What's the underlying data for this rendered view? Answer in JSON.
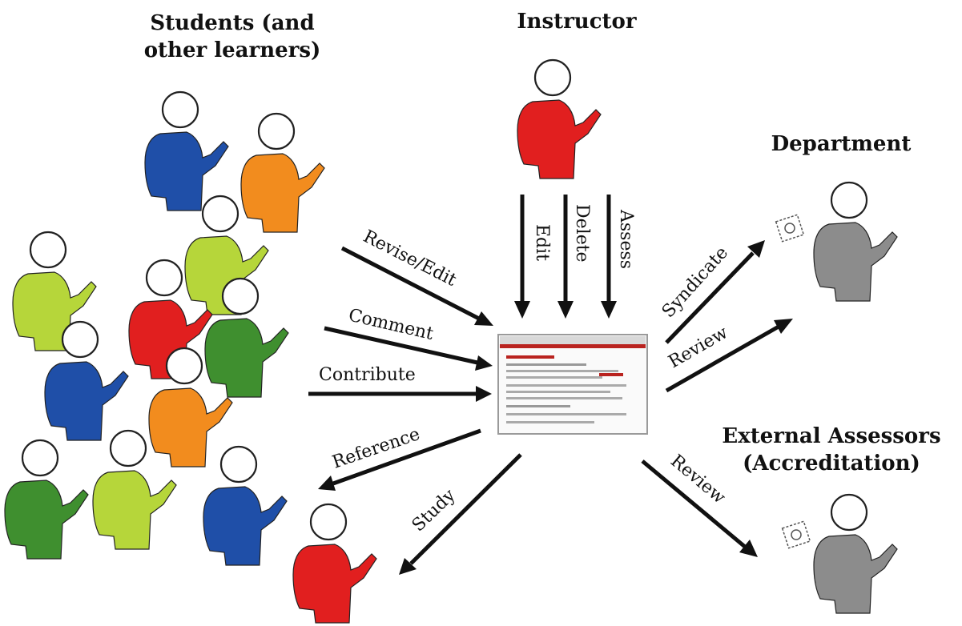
{
  "headings": {
    "students": "Students (and\nother learners)",
    "instructor": "Instructor",
    "department": "Department",
    "assessors": "External Assessors\n(Accreditation)"
  },
  "arrows": {
    "revise_edit": "Revise/Edit",
    "comment": "Comment",
    "contribute": "Contribute",
    "reference": "Reference",
    "study": "Study",
    "edit": "Edit",
    "delete": "Delete",
    "assess": "Assess",
    "syndicate": "Syndicate",
    "review_department": "Review",
    "review_assessors": "Review"
  },
  "colors": {
    "blue": "#1f4fa8",
    "orange": "#f28c1e",
    "lime": "#b6d63a",
    "red": "#e11f1f",
    "green": "#3f8f2f",
    "gray": "#8c8c8c"
  }
}
